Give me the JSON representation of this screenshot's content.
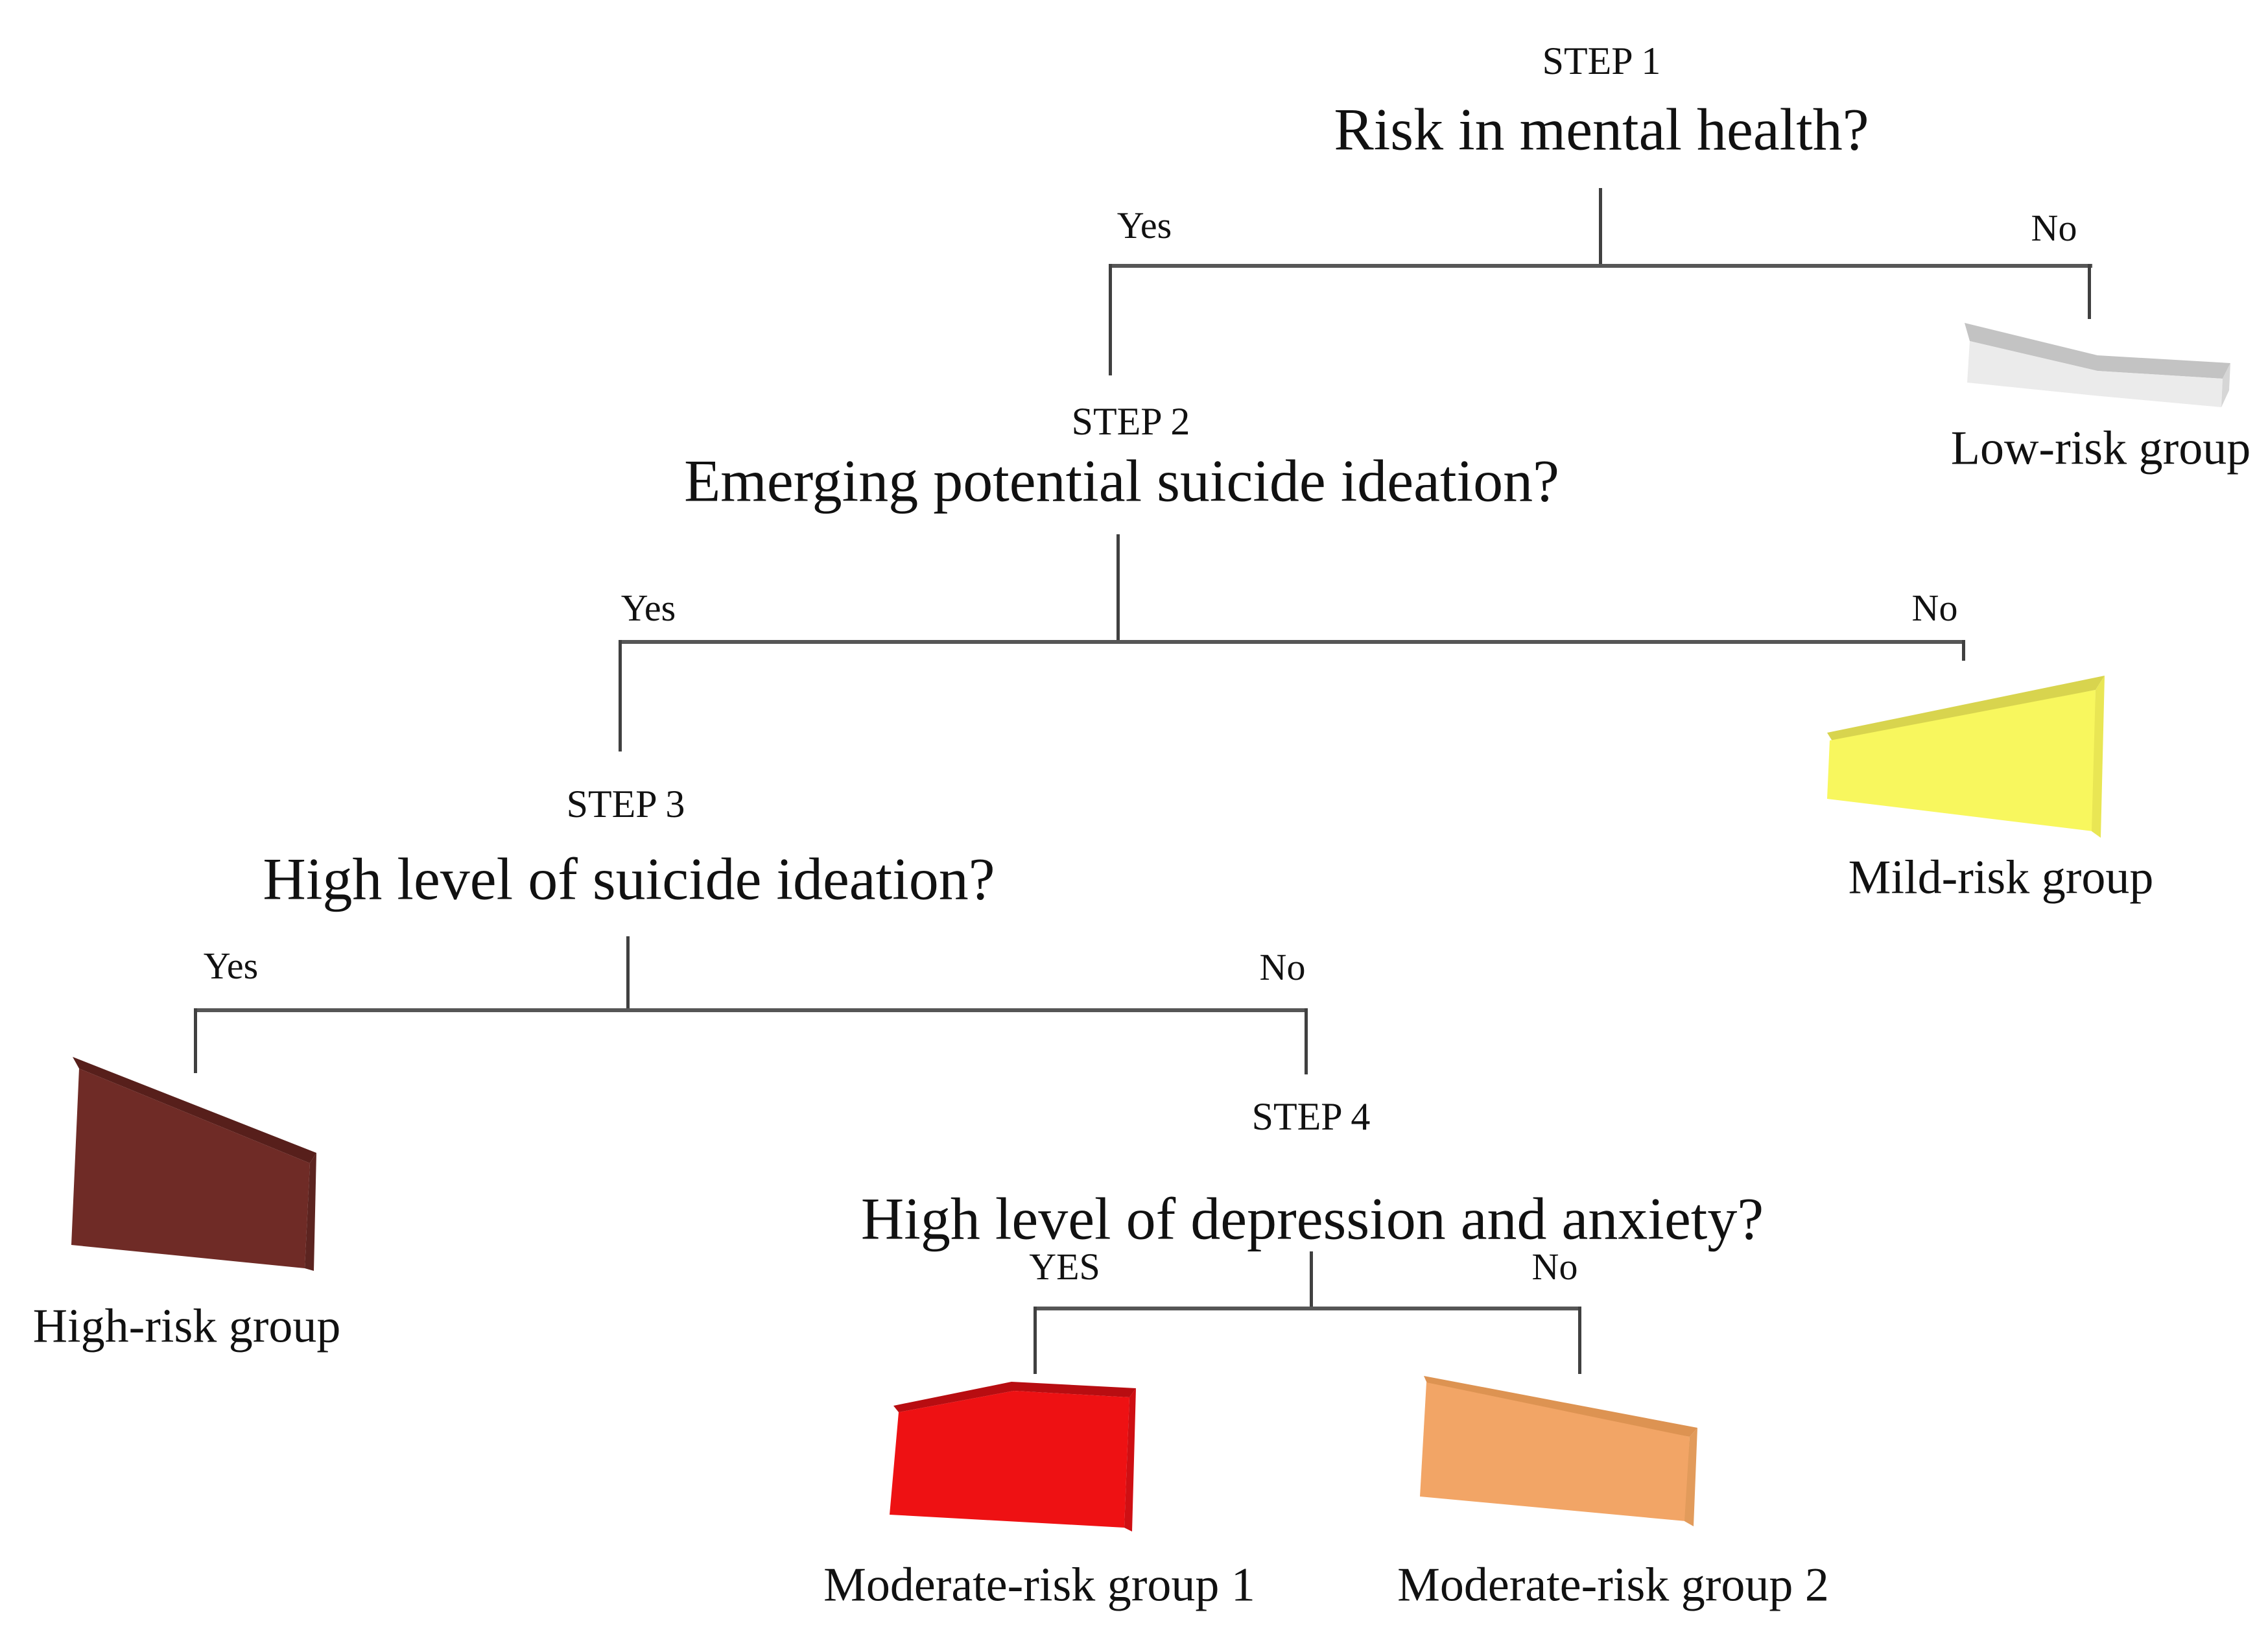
{
  "diagram": {
    "steps": [
      {
        "name": "STEP 1",
        "question": "Risk in mental health?",
        "yes": "Yes",
        "no": "No"
      },
      {
        "name": "STEP 2",
        "question": "Emerging potential suicide ideation?",
        "yes": "Yes",
        "no": "No"
      },
      {
        "name": "STEP 3",
        "question": "High level of suicide ideation?",
        "yes": "Yes",
        "no": "No"
      },
      {
        "name": "STEP 4",
        "question": "High level of depression and anxiety?",
        "yes": "YES",
        "no": "No"
      }
    ],
    "groups": [
      {
        "label": "Low-risk group",
        "colors": {
          "face": "#ebebeb",
          "top": "#c3c3c3",
          "side": "#d6d6d6"
        }
      },
      {
        "label": "Mild-risk group",
        "colors": {
          "face": "#f8f75e",
          "top": "#d8d44e",
          "side": "#e9e654"
        }
      },
      {
        "label": "High-risk group",
        "colors": {
          "face": "#6f2b26",
          "top": "#571f1b",
          "side": "#5c2420"
        }
      },
      {
        "label": "Moderate-risk group 1",
        "colors": {
          "face": "#ee1113",
          "top": "#b80d11",
          "side": "#cf0f13"
        }
      },
      {
        "label": "Moderate-risk group 2",
        "colors": {
          "face": "#f2a566",
          "top": "#dd9352",
          "side": "#e29b5b"
        }
      }
    ]
  }
}
